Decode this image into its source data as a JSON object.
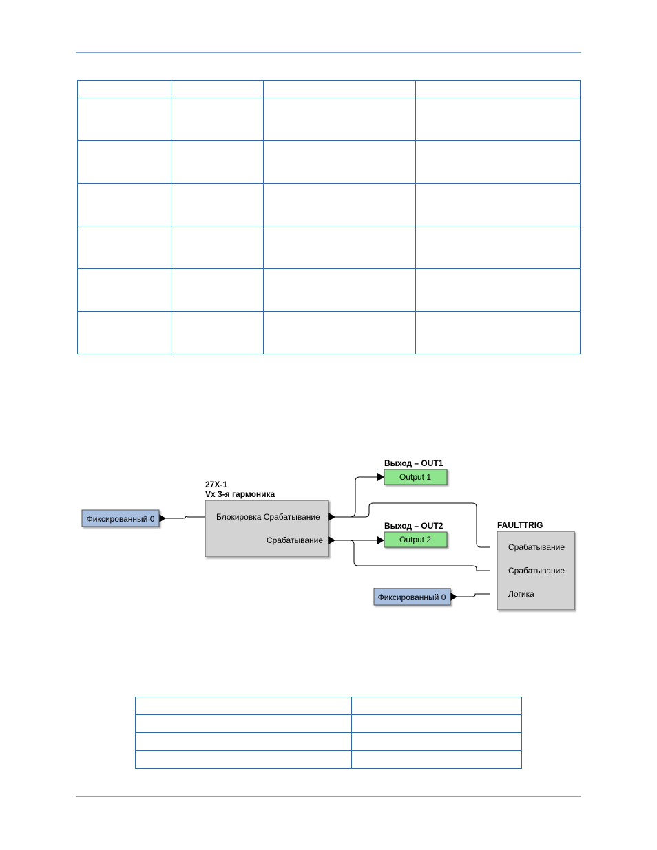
{
  "diagram": {
    "block_27x": {
      "title_line1": "27X-1",
      "title_line2": "Vx 3-я гармоника",
      "input_block": "Блокировка Срабатывание",
      "output_trip": "Срабатывание"
    },
    "fixed_left": "Фиксированный 0",
    "out1": {
      "label": "Выход – OUT1",
      "box": "Output 1"
    },
    "out2": {
      "label": "Выход – OUT2",
      "box": "Output 2"
    },
    "faulttrig": {
      "title": "FAULTTRIG",
      "input_1": "Срабатывание",
      "input_2": "Срабатывание",
      "input_3": "Логика"
    },
    "fixed_right": "Фиксированный 0",
    "colors": {
      "fixed_fill": "#a9bfe0",
      "output_fill": "#8ee58e",
      "block_fill": "#d3d3d3",
      "wire": "#000000"
    }
  }
}
